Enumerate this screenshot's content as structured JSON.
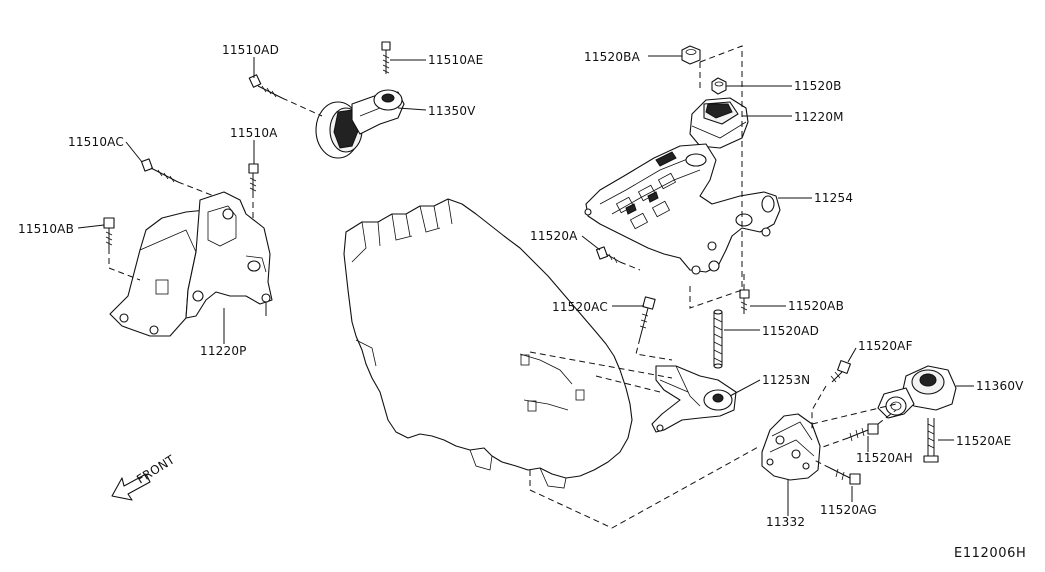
{
  "diagram": {
    "labels": {
      "p11510AD": "11510AD",
      "p11510AE": "11510AE",
      "p11350V": "11350V",
      "p11510AC": "11510AC",
      "p11510A": "11510A",
      "p11510AB": "11510AB",
      "p11220P": "11220P",
      "p11520BA": "11520BA",
      "p11520B": "11520B",
      "p11220M": "11220M",
      "p11254": "11254",
      "p11520A": "11520A",
      "p11520AC": "11520AC",
      "p11520AB": "11520AB",
      "p11520AD": "11520AD",
      "p11253N": "11253N",
      "p11520AF": "11520AF",
      "p11360V": "11360V",
      "p11520AE": "11520AE",
      "p11520AH": "11520AH",
      "p11332": "11332",
      "p11520AG": "11520AG"
    },
    "front_label": "FRONT",
    "figure_code": "E112006H"
  }
}
